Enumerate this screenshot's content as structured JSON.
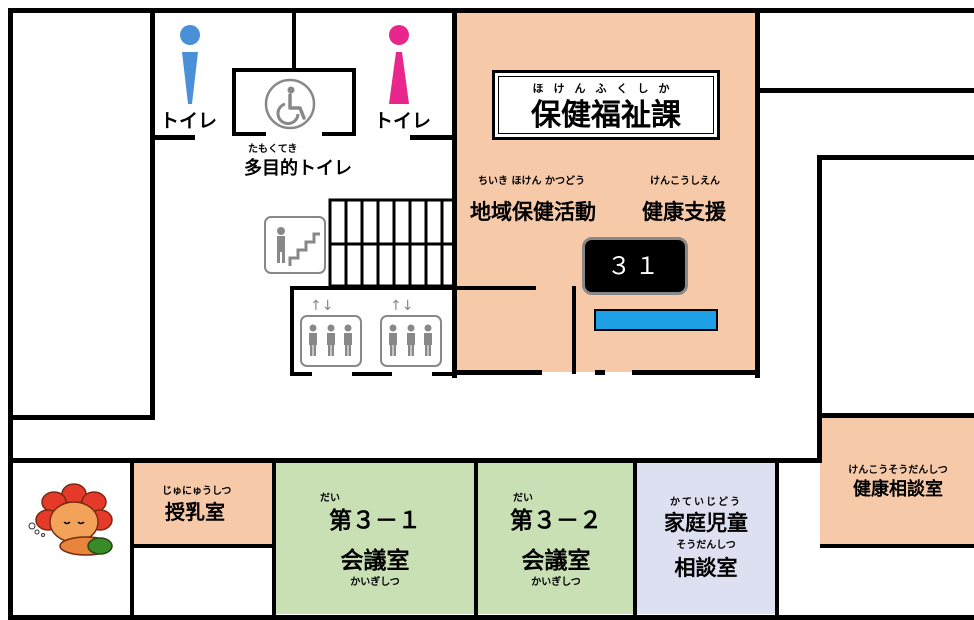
{
  "rooms": {
    "hoken_fukushi": {
      "sign_ruby": "ほけんふくしか",
      "sign_name": "保健福祉課",
      "sub_left_ruby": "ちいき ほけん かつどう",
      "sub_left": "地域保健活動",
      "sub_right_ruby": "けんこうしえん",
      "sub_right": "健康支援",
      "counter_number": "３１"
    },
    "toilet_left": {
      "label": "トイレ"
    },
    "toilet_right": {
      "label": "トイレ"
    },
    "multipurpose_toilet": {
      "ruby": "たもくてき",
      "label": "多目的トイレ"
    },
    "nursing_room": {
      "ruby": "じゅにゅうしつ",
      "label": "授乳室"
    },
    "meeting_3_1": {
      "ruby_top": "だい",
      "label_top": "第３－１",
      "label_bottom": "会議室",
      "ruby_bottom": "かいぎしつ"
    },
    "meeting_3_2": {
      "ruby_top": "だい",
      "label_top": "第３－２",
      "label_bottom": "会議室",
      "ruby_bottom": "かいぎしつ"
    },
    "family_child": {
      "ruby_top": "かていじどう",
      "label_top": "家庭児童",
      "ruby_bottom": "そうだんしつ",
      "label_bottom": "相談室"
    },
    "health_consult": {
      "ruby": "けんこうそうだんしつ",
      "label": "健康相談室"
    }
  },
  "colors": {
    "peach": "#f6c9a8",
    "green": "#c8e0b4",
    "lavender": "#dce0f0",
    "blue_bar": "#1ea0e6",
    "male_blue": "#4a90d9",
    "female_pink": "#e8268c"
  },
  "icons": [
    "wheelchair-icon",
    "stairs-icon",
    "elevator-icon",
    "male-toilet-icon",
    "female-toilet-icon",
    "mascot-flower-icon"
  ]
}
